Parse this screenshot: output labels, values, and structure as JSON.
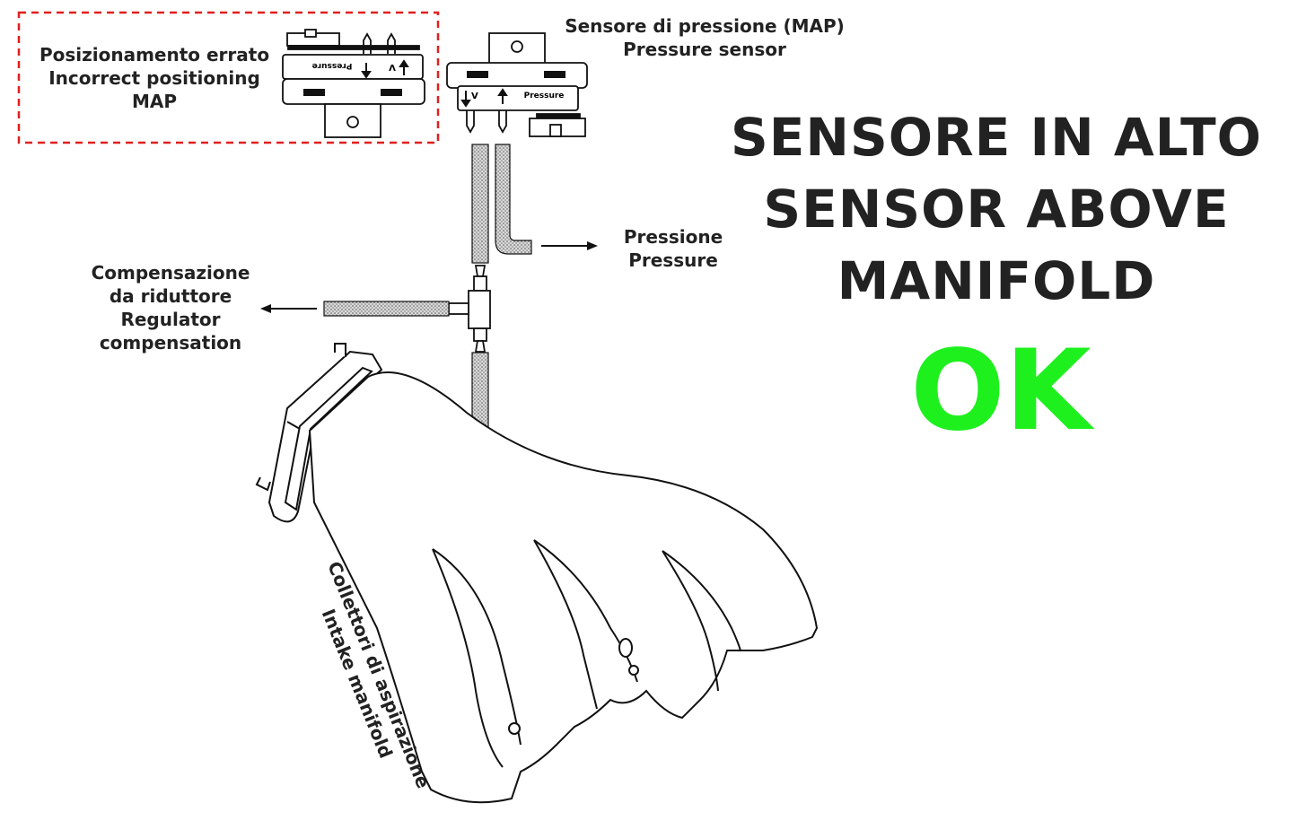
{
  "incorrect_box": {
    "line1": "Posizionamento errato",
    "line2": "Incorrect positioning",
    "line3": "MAP"
  },
  "map_sensor": {
    "line1": "Sensore di pressione (MAP)",
    "line2": "Pressure sensor",
    "port_vacuum": "V",
    "port_pressure": "Pressure"
  },
  "pressure_label": {
    "line1": "Pressione",
    "line2": "Pressure"
  },
  "compensation_label": {
    "line1": "Compensazione",
    "line2": "da riduttore",
    "line3": "Regulator",
    "line4": "compensation"
  },
  "manifold_label": {
    "line1": "Collettori di aspirazione",
    "line2": "Intake manifold"
  },
  "headline": {
    "line1": "SENSORE IN ALTO",
    "line2": "SENSOR ABOVE",
    "line3": "MANIFOLD"
  },
  "status": {
    "text": "OK",
    "color": "#1ef01e"
  },
  "colors": {
    "dashed_border": "#e0201f",
    "hose_fill": "#c8c8c8",
    "line": "#111111"
  }
}
